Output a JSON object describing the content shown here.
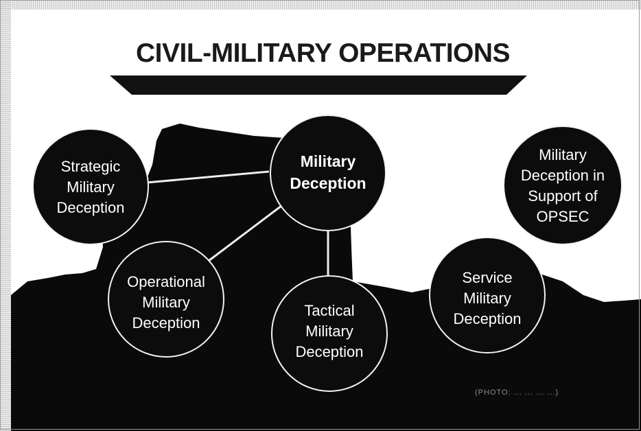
{
  "title": "CIVIL-MILITARY OPERATIONS",
  "nodes": {
    "center": [
      "Military",
      "Deception"
    ],
    "strategic": [
      "Strategic",
      "Military",
      "Deception"
    ],
    "operational": [
      "Operational",
      "Military",
      "Deception"
    ],
    "tactical": [
      "Tactical",
      "Military",
      "Deception"
    ],
    "service": [
      "Service",
      "Military",
      "Deception"
    ],
    "opsec": [
      "Military",
      "Deception in",
      "Support of",
      "OPSEC"
    ]
  },
  "footer_note": "(PHOTO: ... ... ... ...)",
  "colors": {
    "node_fill": "#0c0c0c",
    "node_stroke": "#f2f2f2",
    "silhouette": "#0a0a0a",
    "connector": "#eeeeee",
    "banner": "#111111"
  }
}
